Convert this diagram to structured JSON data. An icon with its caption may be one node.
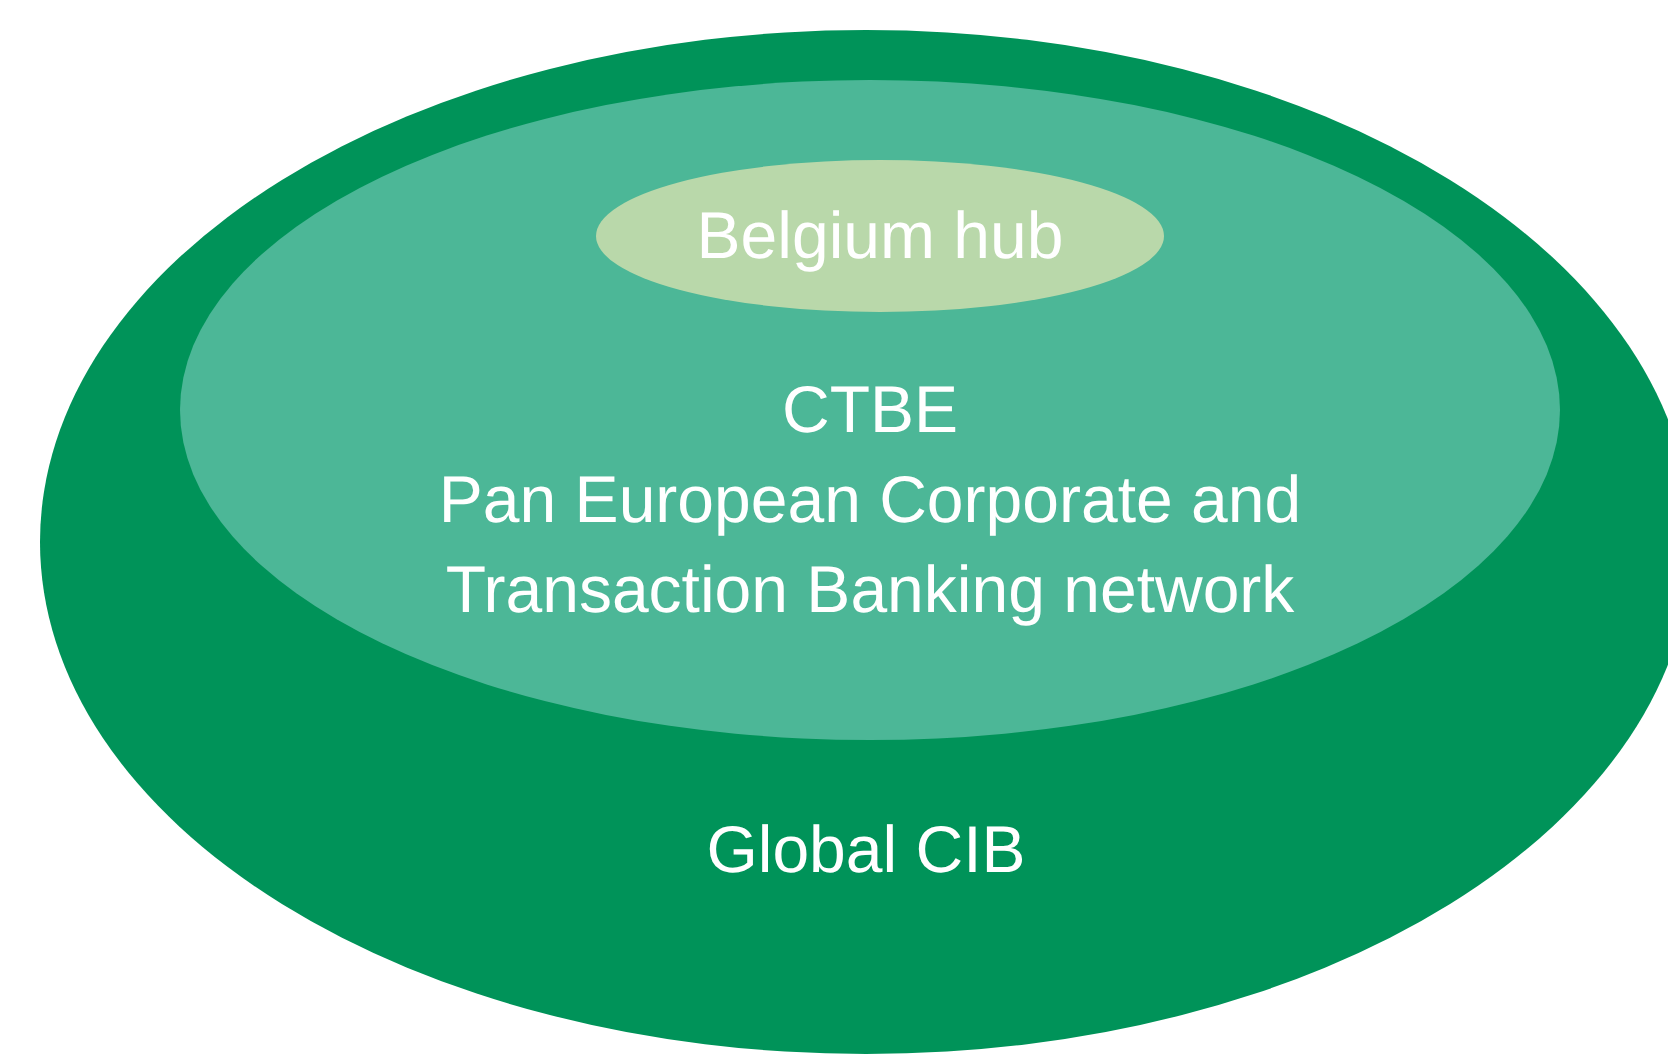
{
  "diagram": {
    "nodes": [
      {
        "text": [
          "Global CIB"
        ]
      },
      {
        "text": [
          "CTBE",
          "Pan European Corporate and Transaction Banking network"
        ],
        "in": 0
      },
      {
        "text": [
          "Belgium hub"
        ],
        "in": 1
      }
    ]
  }
}
